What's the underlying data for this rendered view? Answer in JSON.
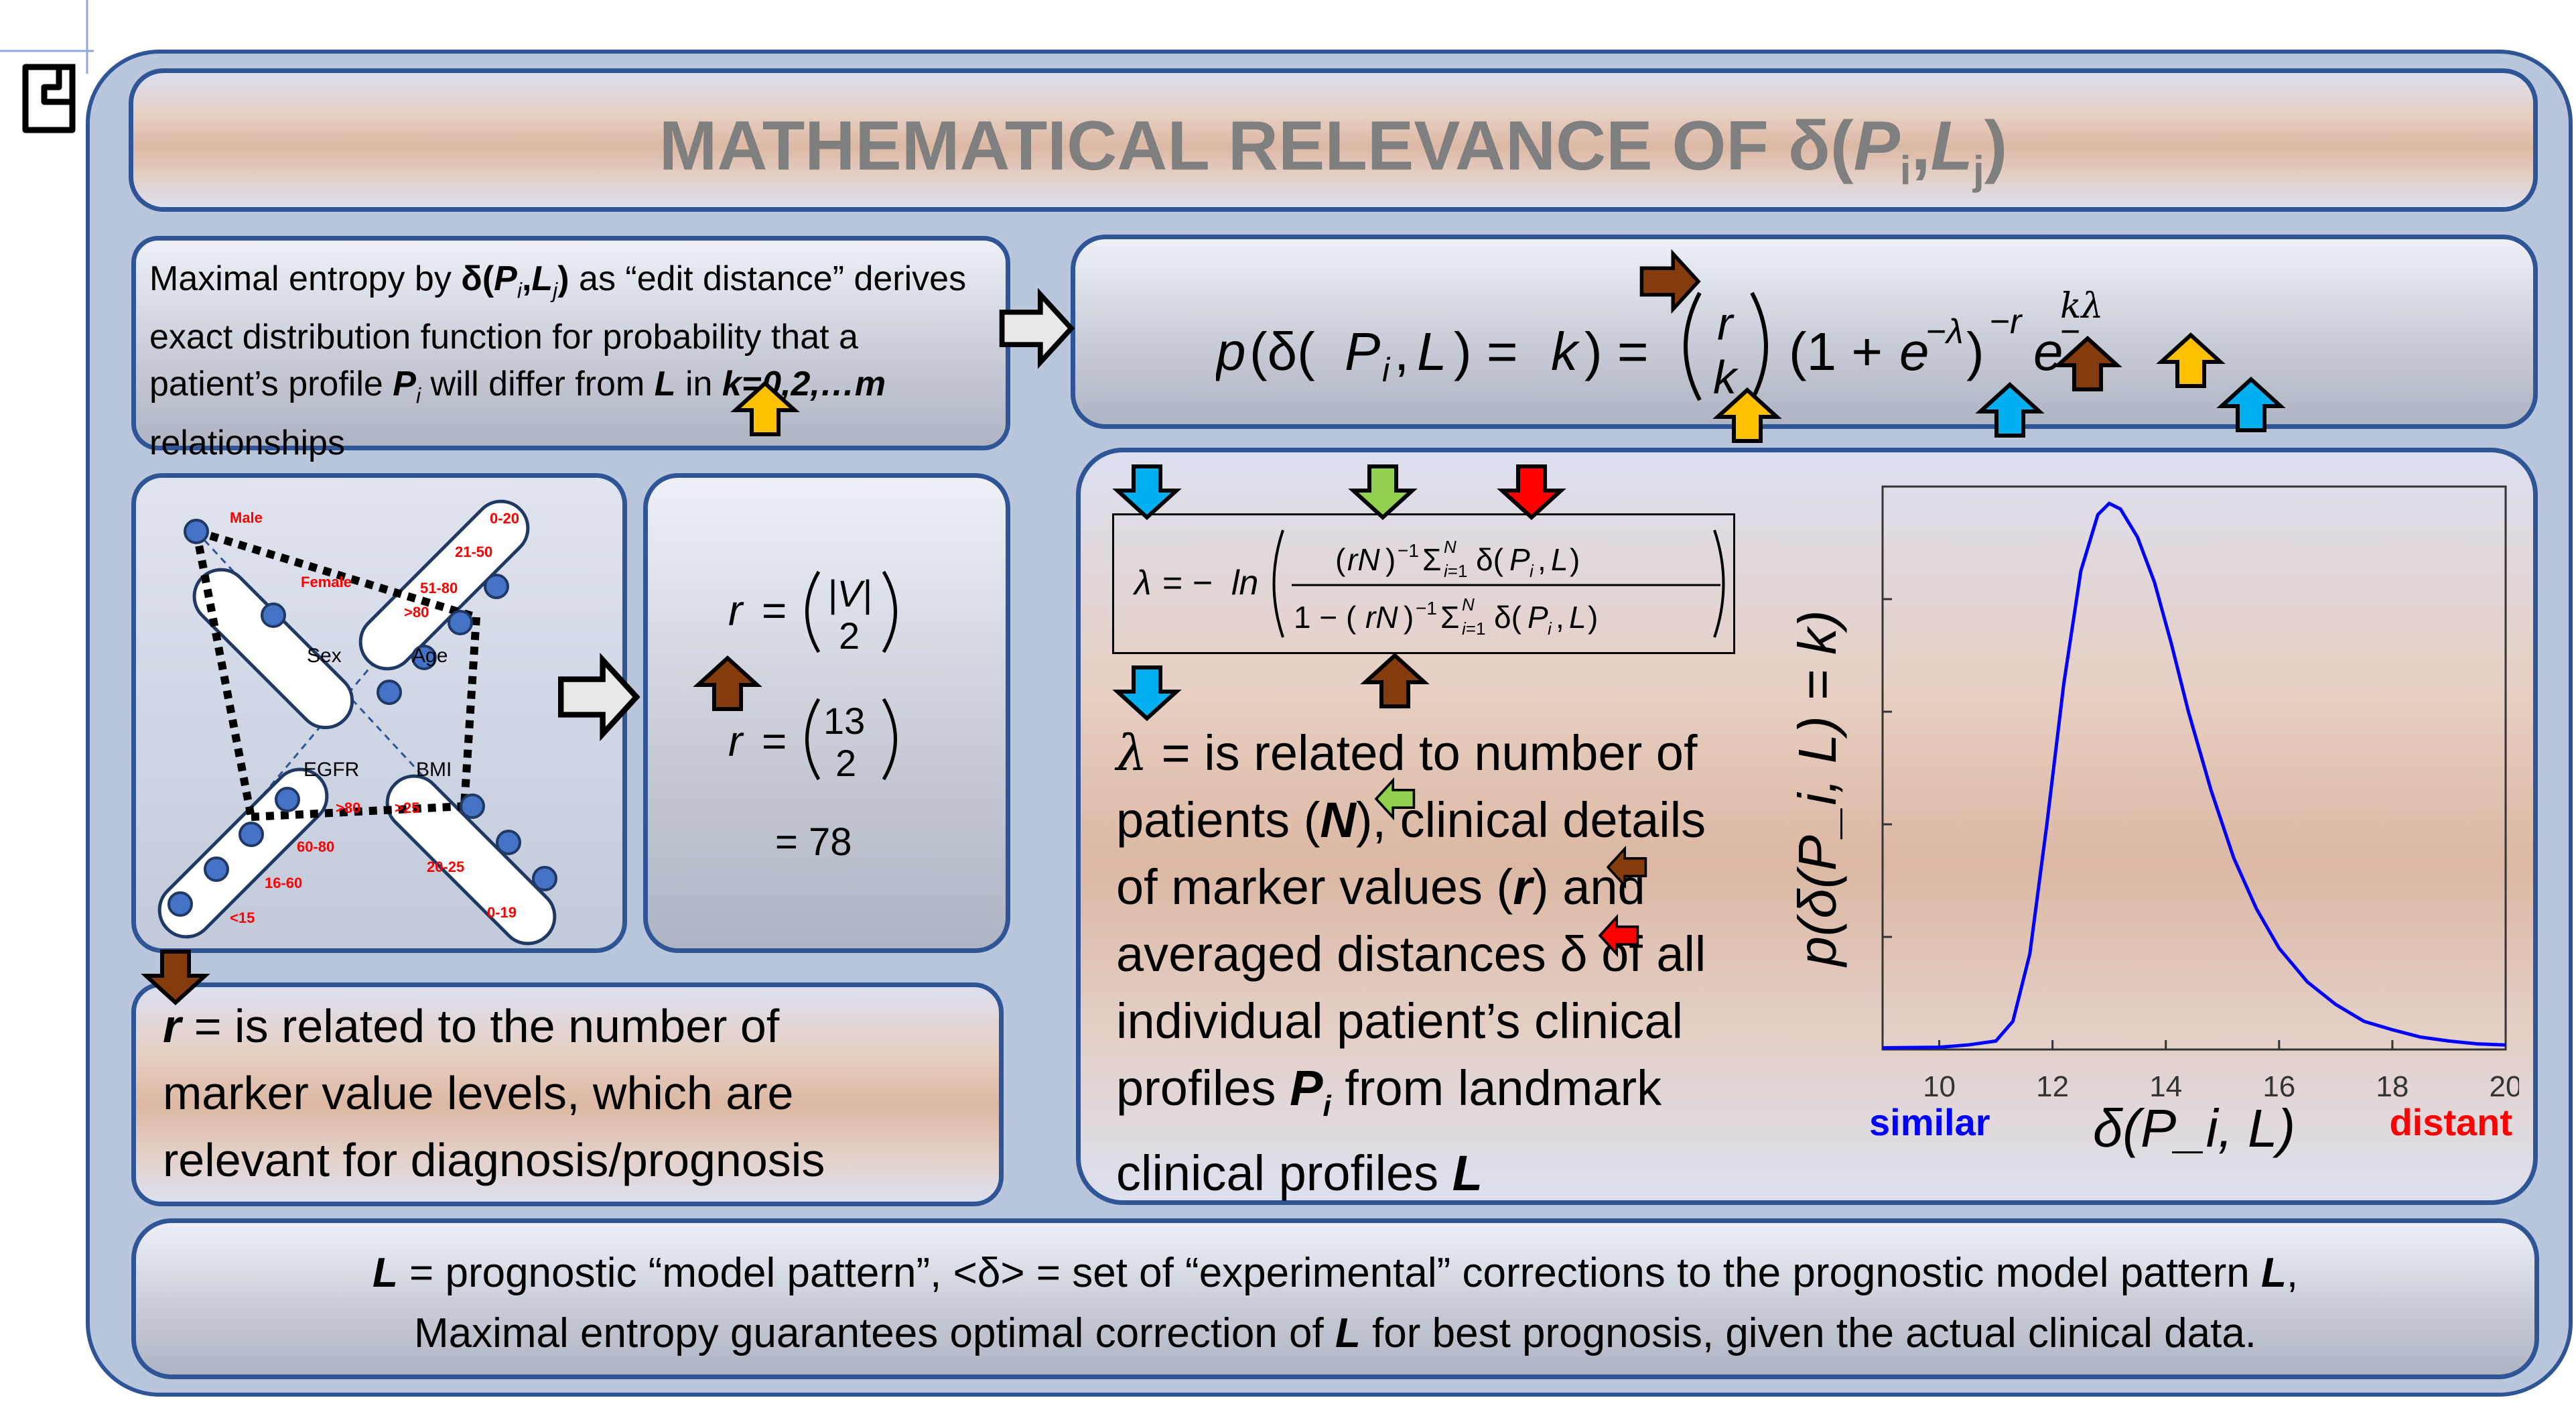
{
  "title": {
    "prefix": "MATHEMATICAL RELEVANCE OF δ(",
    "p": "P",
    "i": "i",
    "sep": ",",
    "l": "L",
    "j": "j",
    "suffix": ")"
  },
  "intro": {
    "line1a": "Maximal entropy by ",
    "line1b": "δ(",
    "p": "P",
    "i": "i",
    "comma": ",",
    "l": "L",
    "j": "j",
    "line1c": ")",
    "line1d": " as “edit distance” derives",
    "line2": "exact distribution function for probability that a",
    "line3a": "patient’s profile ",
    "line3b": " will differ from ",
    "line3c": " in ",
    "k_range": "k=0,2,…m",
    "line4": "relationships"
  },
  "formula_p": "p(δ(P_i, L) = k) = (r choose k)(1 + e^(−λ))^(−r) e^(−kλ)",
  "network": {
    "nodes": {
      "sex": "Sex",
      "age": "Age",
      "egfr": "EGFR",
      "bmi": "BMI"
    },
    "levels": {
      "male": "Male",
      "female": "Female",
      "age1": "0-20",
      "age2": "21-50",
      "age3": "51-80",
      "age4": ">80",
      "egfr1": ">80",
      "egfr2": "60-80",
      "egfr3": "16-60",
      "egfr4": "<15",
      "bmi1": ">25",
      "bmi2": "20-25",
      "bmi3": "0-19"
    }
  },
  "r_formula": {
    "r1": "r = (|V| choose 2)",
    "r2": "r = (13 choose 2)",
    "result": "= 78"
  },
  "r_desc": {
    "r": "r",
    "line1": " = is related to the number of",
    "line2": "marker value levels, which are",
    "line3": "relevant for diagnosis/prognosis"
  },
  "lambda_formula": "λ = −ln( (rN)^−1 Σ_{i=1}^{N} δ(P_i,L) / (1 − (rN)^−1 Σ_{i=1}^{N} δ(P_i,L)) )",
  "lambda_desc": {
    "lambda": "λ",
    "l1": " = is related to number of",
    "l2a": "patients (",
    "n": "N",
    "l2b": "), clinical details",
    "l3a": "of marker values (",
    "r": "r",
    "l3b": ") and",
    "l4": "averaged distances δ of all",
    "l5": "individual patient’s clinical",
    "l6a": "profiles ",
    "p": "P",
    "i": "i",
    "l6b": " from landmark",
    "l7a": "clinical profiles ",
    "l": "L"
  },
  "chart_data": {
    "type": "line",
    "xlabel": "δ(P_i, L)",
    "ylabel": "p(δ(P_i, L) = k)",
    "xlim": [
      9,
      20
    ],
    "ylim": [
      0,
      1
    ],
    "xticks": [
      "10",
      "12",
      "14",
      "16",
      "18",
      "20"
    ],
    "x": [
      9.0,
      10.0,
      10.5,
      11.0,
      11.3,
      11.6,
      11.9,
      12.2,
      12.5,
      12.8,
      13.0,
      13.2,
      13.5,
      13.8,
      14.1,
      14.4,
      14.8,
      15.2,
      15.6,
      16.0,
      16.5,
      17.0,
      17.5,
      18.0,
      18.5,
      19.0,
      19.5,
      20.0
    ],
    "y": [
      0.003,
      0.004,
      0.008,
      0.015,
      0.05,
      0.17,
      0.4,
      0.65,
      0.85,
      0.95,
      0.97,
      0.96,
      0.91,
      0.83,
      0.72,
      0.6,
      0.46,
      0.34,
      0.25,
      0.18,
      0.12,
      0.08,
      0.05,
      0.035,
      0.022,
      0.015,
      0.01,
      0.008
    ],
    "color": "#0000ff",
    "annotations": {
      "left": "similar",
      "right": "distant"
    }
  },
  "bottom": {
    "l1a": "L",
    "l1b": " = prognostic “model pattern”, <δ> = set of “experimental” corrections to the prognostic model pattern ",
    "l1c": "L",
    "l1d": ",",
    "l2a": "Maximal entropy guarantees optimal correction of ",
    "l2b": "L",
    "l2c": " for best prognosis, given the actual clinical data."
  },
  "colors": {
    "border": "#2f5597",
    "title": "#7f7f7f",
    "curve": "#0000ff",
    "similar": "#0000ff",
    "distant": "#ff0000",
    "arrow_orange": "#ffc000",
    "arrow_brown": "#843c0c",
    "arrow_blue": "#00b0f0",
    "arrow_green": "#92d050",
    "arrow_red": "#ff0000"
  }
}
